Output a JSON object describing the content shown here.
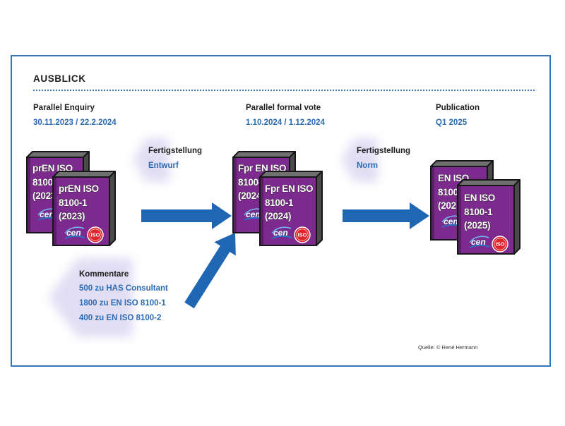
{
  "title": "AUSBLICK",
  "stages": [
    {
      "name": "Parallel Enquiry",
      "dates": "30.11.2023 / 22.2.2024",
      "back_book": [
        "prEN ISO",
        "8100-",
        "(2023"
      ],
      "front_book": [
        "prEN ISO",
        "8100-1",
        "(2023)"
      ]
    },
    {
      "name": "Parallel formal vote",
      "dates": "1.10.2024 / 1.12.2024",
      "back_book": [
        "Fpr EN ISO",
        "8100-",
        "(2024"
      ],
      "front_book": [
        "Fpr EN ISO",
        "8100-1",
        "(2024)"
      ]
    },
    {
      "name": "Publication",
      "dates": "Q1 2025",
      "back_book": [
        "EN ISO",
        "8100",
        "(202"
      ],
      "front_book": [
        "EN ISO",
        "8100-1",
        "(2025)"
      ]
    }
  ],
  "transitions": [
    {
      "label": "Fertigstellung",
      "value": "Entwurf"
    },
    {
      "label": "Fertigstellung",
      "value": "Norm"
    }
  ],
  "comments": {
    "label": "Kommentare",
    "items": [
      "500 zu HAS Consultant",
      "1800 zu EN ISO 8100-1",
      "400 zu EN ISO 8100-2"
    ]
  },
  "source": "Quelle: © René Hermann",
  "logos": {
    "cen": "cen",
    "iso": "ISO"
  },
  "icons": {
    "book": "book-icon",
    "arrow": "arrow-right-icon",
    "logo_cen": "cen-logo",
    "logo_iso": "iso-logo"
  },
  "colors": {
    "accent": "#3576bd",
    "date_text": "#2a6bb5",
    "arrow": "#1f66b3",
    "book_cover": "#7c2a8e",
    "iso_red": "#e0262d",
    "glow": "#dcd8f1"
  }
}
